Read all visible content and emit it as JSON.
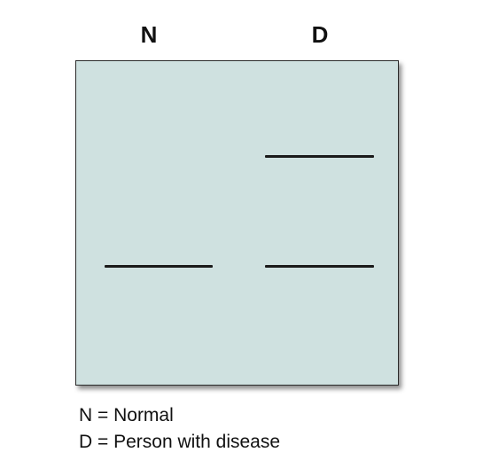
{
  "lanes": {
    "normal_label": "N",
    "disease_label": "D"
  },
  "legend": {
    "line1": "N = Normal",
    "line2": "D = Person with disease"
  },
  "colors": {
    "gel_background": "#cfe1e0",
    "band": "#1a1a1a",
    "border": "#2b2b2b"
  }
}
